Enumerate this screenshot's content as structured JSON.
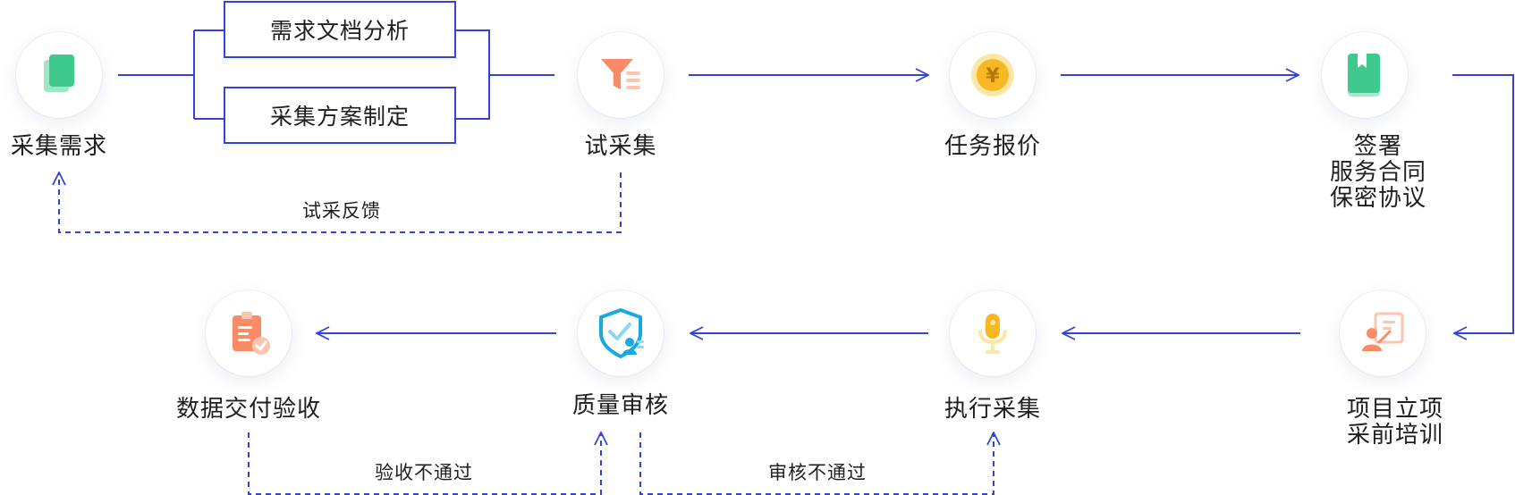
{
  "nodes": {
    "requirement": {
      "label": "采集需求",
      "icon": "document-stack-icon",
      "color": "#3fc98f"
    },
    "trial": {
      "label": "试采集",
      "icon": "funnel-list-icon",
      "color": "#fb8b66"
    },
    "quote": {
      "label": "任务报价",
      "icon": "yuan-coin-icon",
      "color": "#f7b821"
    },
    "contract": {
      "lines": [
        "签署",
        "服务合同",
        "保密协议"
      ],
      "icon": "bookmark-book-icon",
      "color": "#3fc98f"
    },
    "kickoff": {
      "lines": [
        "项目立项",
        "采前培训"
      ],
      "icon": "presenter-board-icon",
      "color": "#fb8b66"
    },
    "collect": {
      "label": "执行采集",
      "icon": "microphone-icon",
      "color": "#f7b821"
    },
    "review": {
      "label": "质量审核",
      "icon": "shield-person-icon",
      "color": "#19a9e0"
    },
    "delivery": {
      "label": "数据交付验收",
      "icon": "clipboard-check-icon",
      "color": "#fb8b66"
    }
  },
  "branches": {
    "top": "需求文档分析",
    "bottom": "采集方案制定"
  },
  "feedback": {
    "trial_feedback": "试采反馈",
    "acceptance_fail": "验收不通过",
    "review_fail": "审核不通过"
  },
  "colors": {
    "line": "#3343d6",
    "text": "#1f1f1f"
  }
}
